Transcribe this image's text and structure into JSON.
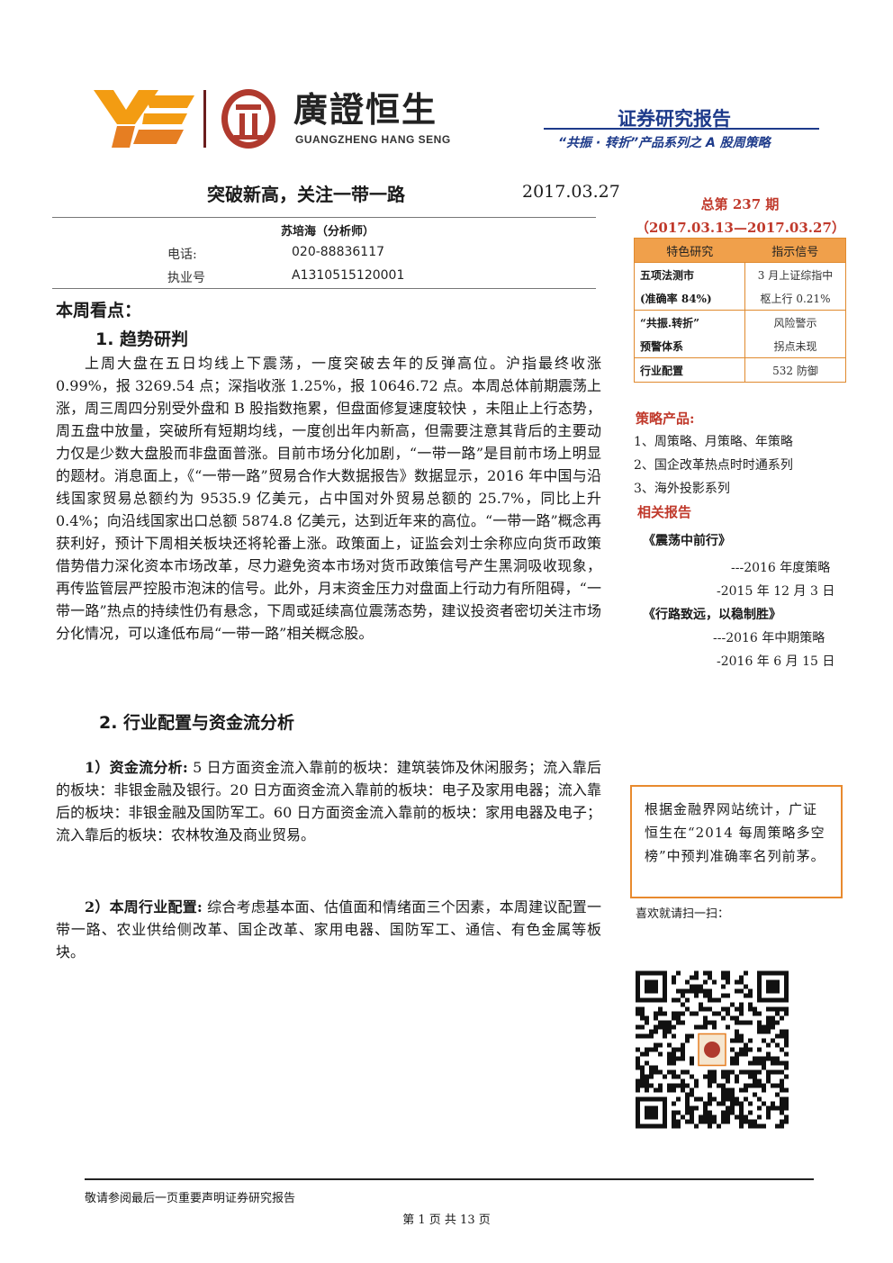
{
  "header": {
    "brand_cn": "廣證恒生",
    "brand_en": "GUANGZHENG HANG SENG",
    "report_type": "证券研究报告",
    "series": "“共振 · 转折”产品系列之 A 股周策略",
    "colors": {
      "logo_orange": "#f39c12",
      "seal_red": "#b03a2e",
      "report_blue": "#1d3a8a",
      "accent_red": "#c0392b",
      "table_orange": "#f0a04b"
    }
  },
  "title": "突破新高，关注一带一路",
  "date": "2017.03.27",
  "analyst": {
    "name": "苏培海（分析师）",
    "phone_label": "电话:",
    "phone": "020-88836117",
    "license_label": "执业号",
    "license": "A1310515120001"
  },
  "week_heading": "本周看点：",
  "section1": {
    "heading": "1. 趋势研判",
    "body": "上周大盘在五日均线上下震荡，一度突破去年的反弹高位。沪指最终收涨 0.99%，报 3269.54 点；深指收涨 1.25%，报 10646.72 点。本周总体前期震荡上涨，周三周四分别受外盘和 B 股指数拖累，但盘面修复速度较快 ，未阻止上行态势，周五盘中放量，突破所有短期均线，一度创出年内新高，但需要注意其背后的主要动力仅是少数大盘股而非盘面普涨。目前市场分化加剧，“一带一路”是目前市场上明显的题材。消息面上，《“一带一路”贸易合作大数据报告》数据显示，2016 年中国与沿线国家贸易总额约为 9535.9 亿美元，占中国对外贸易总额的 25.7%，同比上升 0.4%；向沿线国家出口总额 5874.8 亿美元，达到近年来的高位。“一带一路”概念再获利好，预计下周相关板块还将轮番上涨。政策面上，证监会刘士余称应向货币政策借势借力深化资本市场改革，尽力避免资本市场对货币政策信号产生黑洞吸收现象，再传监管层严控股市泡沫的信号。此外，月末资金压力对盘面上行动力有所阻碍，“一带一路”热点的持续性仍有悬念，下周或延续高位震荡态势，建议投资者密切关注市场分化情况，可以逢低布局“一带一路”相关概念股。"
  },
  "section2": {
    "heading": "2. 行业配置与资金流分析",
    "p1_label": "1）资金流分析:",
    "p1_body": " 5 日方面资金流入靠前的板块：建筑装饰及休闲服务；流入靠后的板块：非银金融及银行。20 日方面资金流入靠前的板块：电子及家用电器；流入靠后的板块：非银金融及国防军工。60 日方面资金流入靠前的板块：家用电器及电子；流入靠后的板块：农林牧渔及商业贸易。",
    "p2_label": "2）本周行业配置:",
    "p2_body": " 综合考虑基本面、估值面和情绪面三个因素，本周建议配置一带一路、农业供给侧改革、国企改革、家用电器、国防军工、通信、有色金属等板块。"
  },
  "sidebar": {
    "issue": "总第 237 期",
    "period": "（2017.03.13—2017.03.27）",
    "table_head": [
      "特色研究",
      "指示信号"
    ],
    "rows": [
      {
        "a": "五项法测市",
        "b": "3 月上证综指中"
      },
      {
        "a": "(准确率 84%)",
        "b": "枢上行 0.21%"
      },
      {
        "a": "“共振.转折”",
        "b": "风险警示"
      },
      {
        "a": "预警体系",
        "b": "拐点未现"
      },
      {
        "a": "行业配置",
        "b": "532 防御"
      }
    ],
    "products_heading": "策略产品:",
    "products": [
      "1、周策略、月策略、年策略",
      "2、国企改革热点时时通系列",
      "3、海外投影系列"
    ],
    "related_heading": "相关报告",
    "related": [
      {
        "title": "《震荡中前行》",
        "sub1": "---2016 年度策略",
        "sub2": "-2015 年 12 月 3 日"
      },
      {
        "title": "《行路致远，以稳制胜》",
        "sub1": "---2016 年中期策略",
        "sub2": "-2016 年 6 月 15 日"
      }
    ],
    "note": "根据金融界网站统计，广证恒生在“2014 每周策略多空榜”中预判准确率名列前茅。",
    "scan": "喜欢就请扫一扫："
  },
  "footer": {
    "note": "敬请参阅最后一页重要声明证券研究报告",
    "page": "第 1 页 共 13 页"
  }
}
